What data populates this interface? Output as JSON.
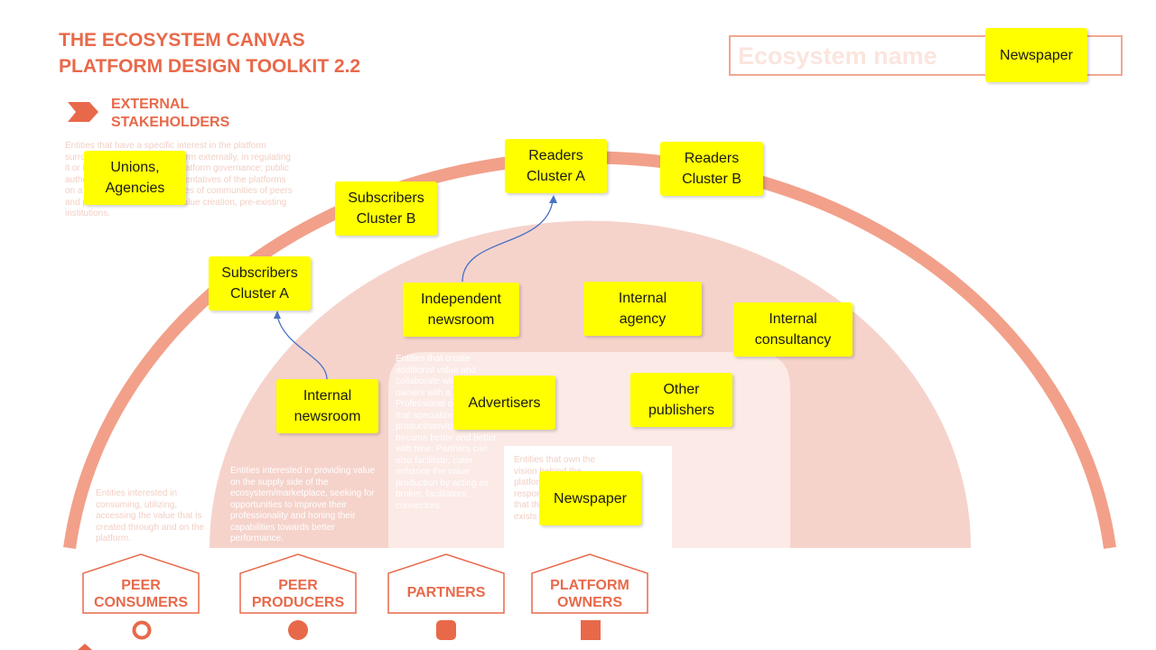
{
  "header": {
    "title_line1": "THE ECOSYSTEM CANVAS",
    "title_line2": "PLATFORM DESIGN TOOLKIT 2.2",
    "ecosystem_placeholder": "Ecosystem name"
  },
  "external": {
    "title_line1": "EXTERNAL",
    "title_line2": "STAKEHOLDERS",
    "description": "Entities that have a specific interest in the platform surrounding the existing platform externally, in regulating it or in exerting influence on platform governance; public authorities dealing with representatives of the platforms on a local basis, representatives of communities of peers and partners involved in the value creation, pre-existing institutions."
  },
  "descriptions": {
    "consumers": "Entities interested in consuming, utilizing, accessing the value that is created through and on the platform.",
    "producers": "Entities interested in providing value on the supply side of the ecosystem/marketplace, seeking for opportunities to improve their professionality and honing their capabilities towards better performance.",
    "partners": "Entities that create additional value and collaborate with platform owners with a demand. Professional creators that specialize in a niche product/service and become better and better with time. Partners can also facilitate, cater, enhance the value production by acting as broker, facilitators, connectors.",
    "owners": "Entities that own the vision behind the platform, opportunity, responsible to ensure that the platform exists and evolves."
  },
  "stickies": [
    {
      "id": "newspaper-top",
      "text": "Newspaper"
    },
    {
      "id": "unions-agencies",
      "text": "Unions,\nAgencies"
    },
    {
      "id": "readers-a",
      "text": "Readers\nCluster A"
    },
    {
      "id": "readers-b",
      "text": "Readers\nCluster B"
    },
    {
      "id": "subscribers-b",
      "text": "Subscribers\nCluster B"
    },
    {
      "id": "subscribers-a",
      "text": "Subscribers\nCluster A"
    },
    {
      "id": "independent-newsroom",
      "text": "Independent\nnewsroom"
    },
    {
      "id": "internal-agency",
      "text": "Internal\nagency"
    },
    {
      "id": "internal-consultancy",
      "text": "Internal\nconsultancy"
    },
    {
      "id": "internal-newsroom",
      "text": "Internal\nnewsroom"
    },
    {
      "id": "advertisers",
      "text": "Advertisers"
    },
    {
      "id": "other-publishers",
      "text": "Other\npublishers"
    },
    {
      "id": "newspaper-center",
      "text": "Newspaper"
    }
  ],
  "roles": [
    {
      "id": "peer-consumers",
      "label": "PEER\nCONSUMERS",
      "symbol": "ring"
    },
    {
      "id": "peer-producers",
      "label": "PEER\nPRODUCERS",
      "symbol": "circle"
    },
    {
      "id": "partners",
      "label": "PARTNERS",
      "symbol": "rounded-square"
    },
    {
      "id": "platform-owners",
      "label": "PLATFORM\nOWNERS",
      "symbol": "square"
    }
  ],
  "colors": {
    "accent": "#e8694a",
    "outer_arc": "#f2a08a",
    "middle_fill": "#f5d3cb",
    "inner_fill": "#fbeae6",
    "sticky": "#ffff00",
    "connector": "#4a72c4"
  }
}
